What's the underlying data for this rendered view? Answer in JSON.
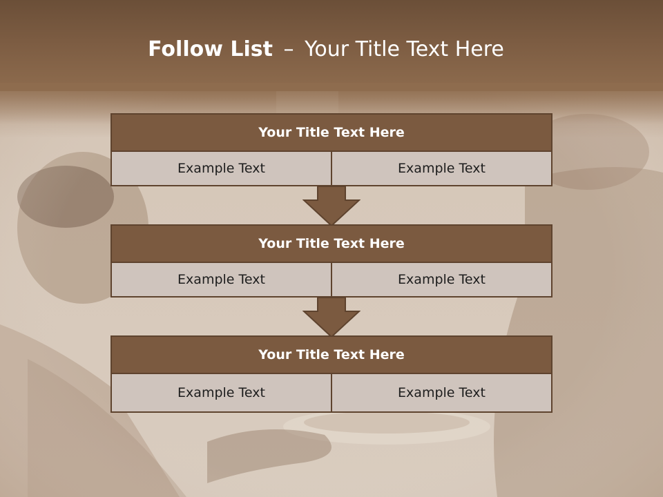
{
  "slide": {
    "title_bold": "Follow List",
    "title_sep": "–",
    "title_rest": "Your Title Text Here"
  },
  "blocks": [
    {
      "title": "Your Title Text Here",
      "left": "Example Text",
      "right": "Example Text"
    },
    {
      "title": "Your Title Text Here",
      "left": "Example Text",
      "right": "Example Text"
    },
    {
      "title": "Your Title Text Here",
      "left": "Example Text",
      "right": "Example Text"
    }
  ],
  "colors": {
    "header": "#7b5a40",
    "border": "#5e432e",
    "cell": "#cfc4bd",
    "arrow": "#7b5a40"
  }
}
